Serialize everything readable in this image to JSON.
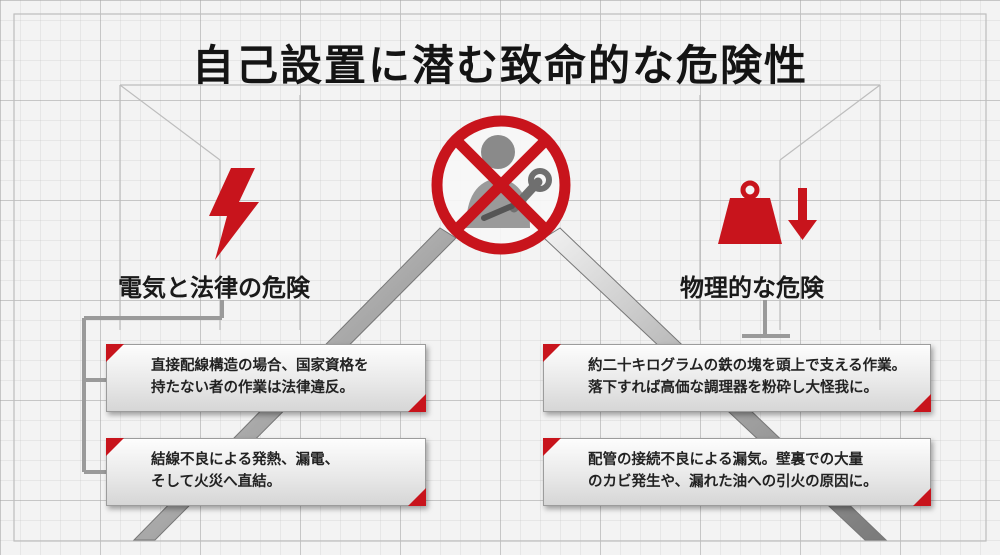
{
  "title": "自己設置に潜む致命的な危険性",
  "left_section": {
    "heading": "電気と法律の危険",
    "icon": "lightning-bolt-icon",
    "items": [
      {
        "line1": "直接配線構造の場合、国家資格を",
        "line2": "持たない者の作業は法律違反。"
      },
      {
        "line1": "結線不良による発熱、漏電、",
        "line2": "そして火災へ直結。"
      }
    ]
  },
  "right_section": {
    "heading": "物理的な危険",
    "icon": "heavy-weight-falling-icon",
    "items": [
      {
        "line1": "約二十キログラムの鉄の塊を頭上で支える作業。",
        "line2": "落下すれば高価な調理器を粉砕し大怪我に。"
      },
      {
        "line1": "配管の接続不良による漏気。壁裏での大量",
        "line2": "のカビ発生や、漏れた油への引火の原因に。"
      }
    ]
  },
  "center_icon": "no-diy-worker-prohibited-icon",
  "colors": {
    "accent": "#c8141c",
    "text": "#1a1a1a",
    "background": "#f3f3f3"
  }
}
